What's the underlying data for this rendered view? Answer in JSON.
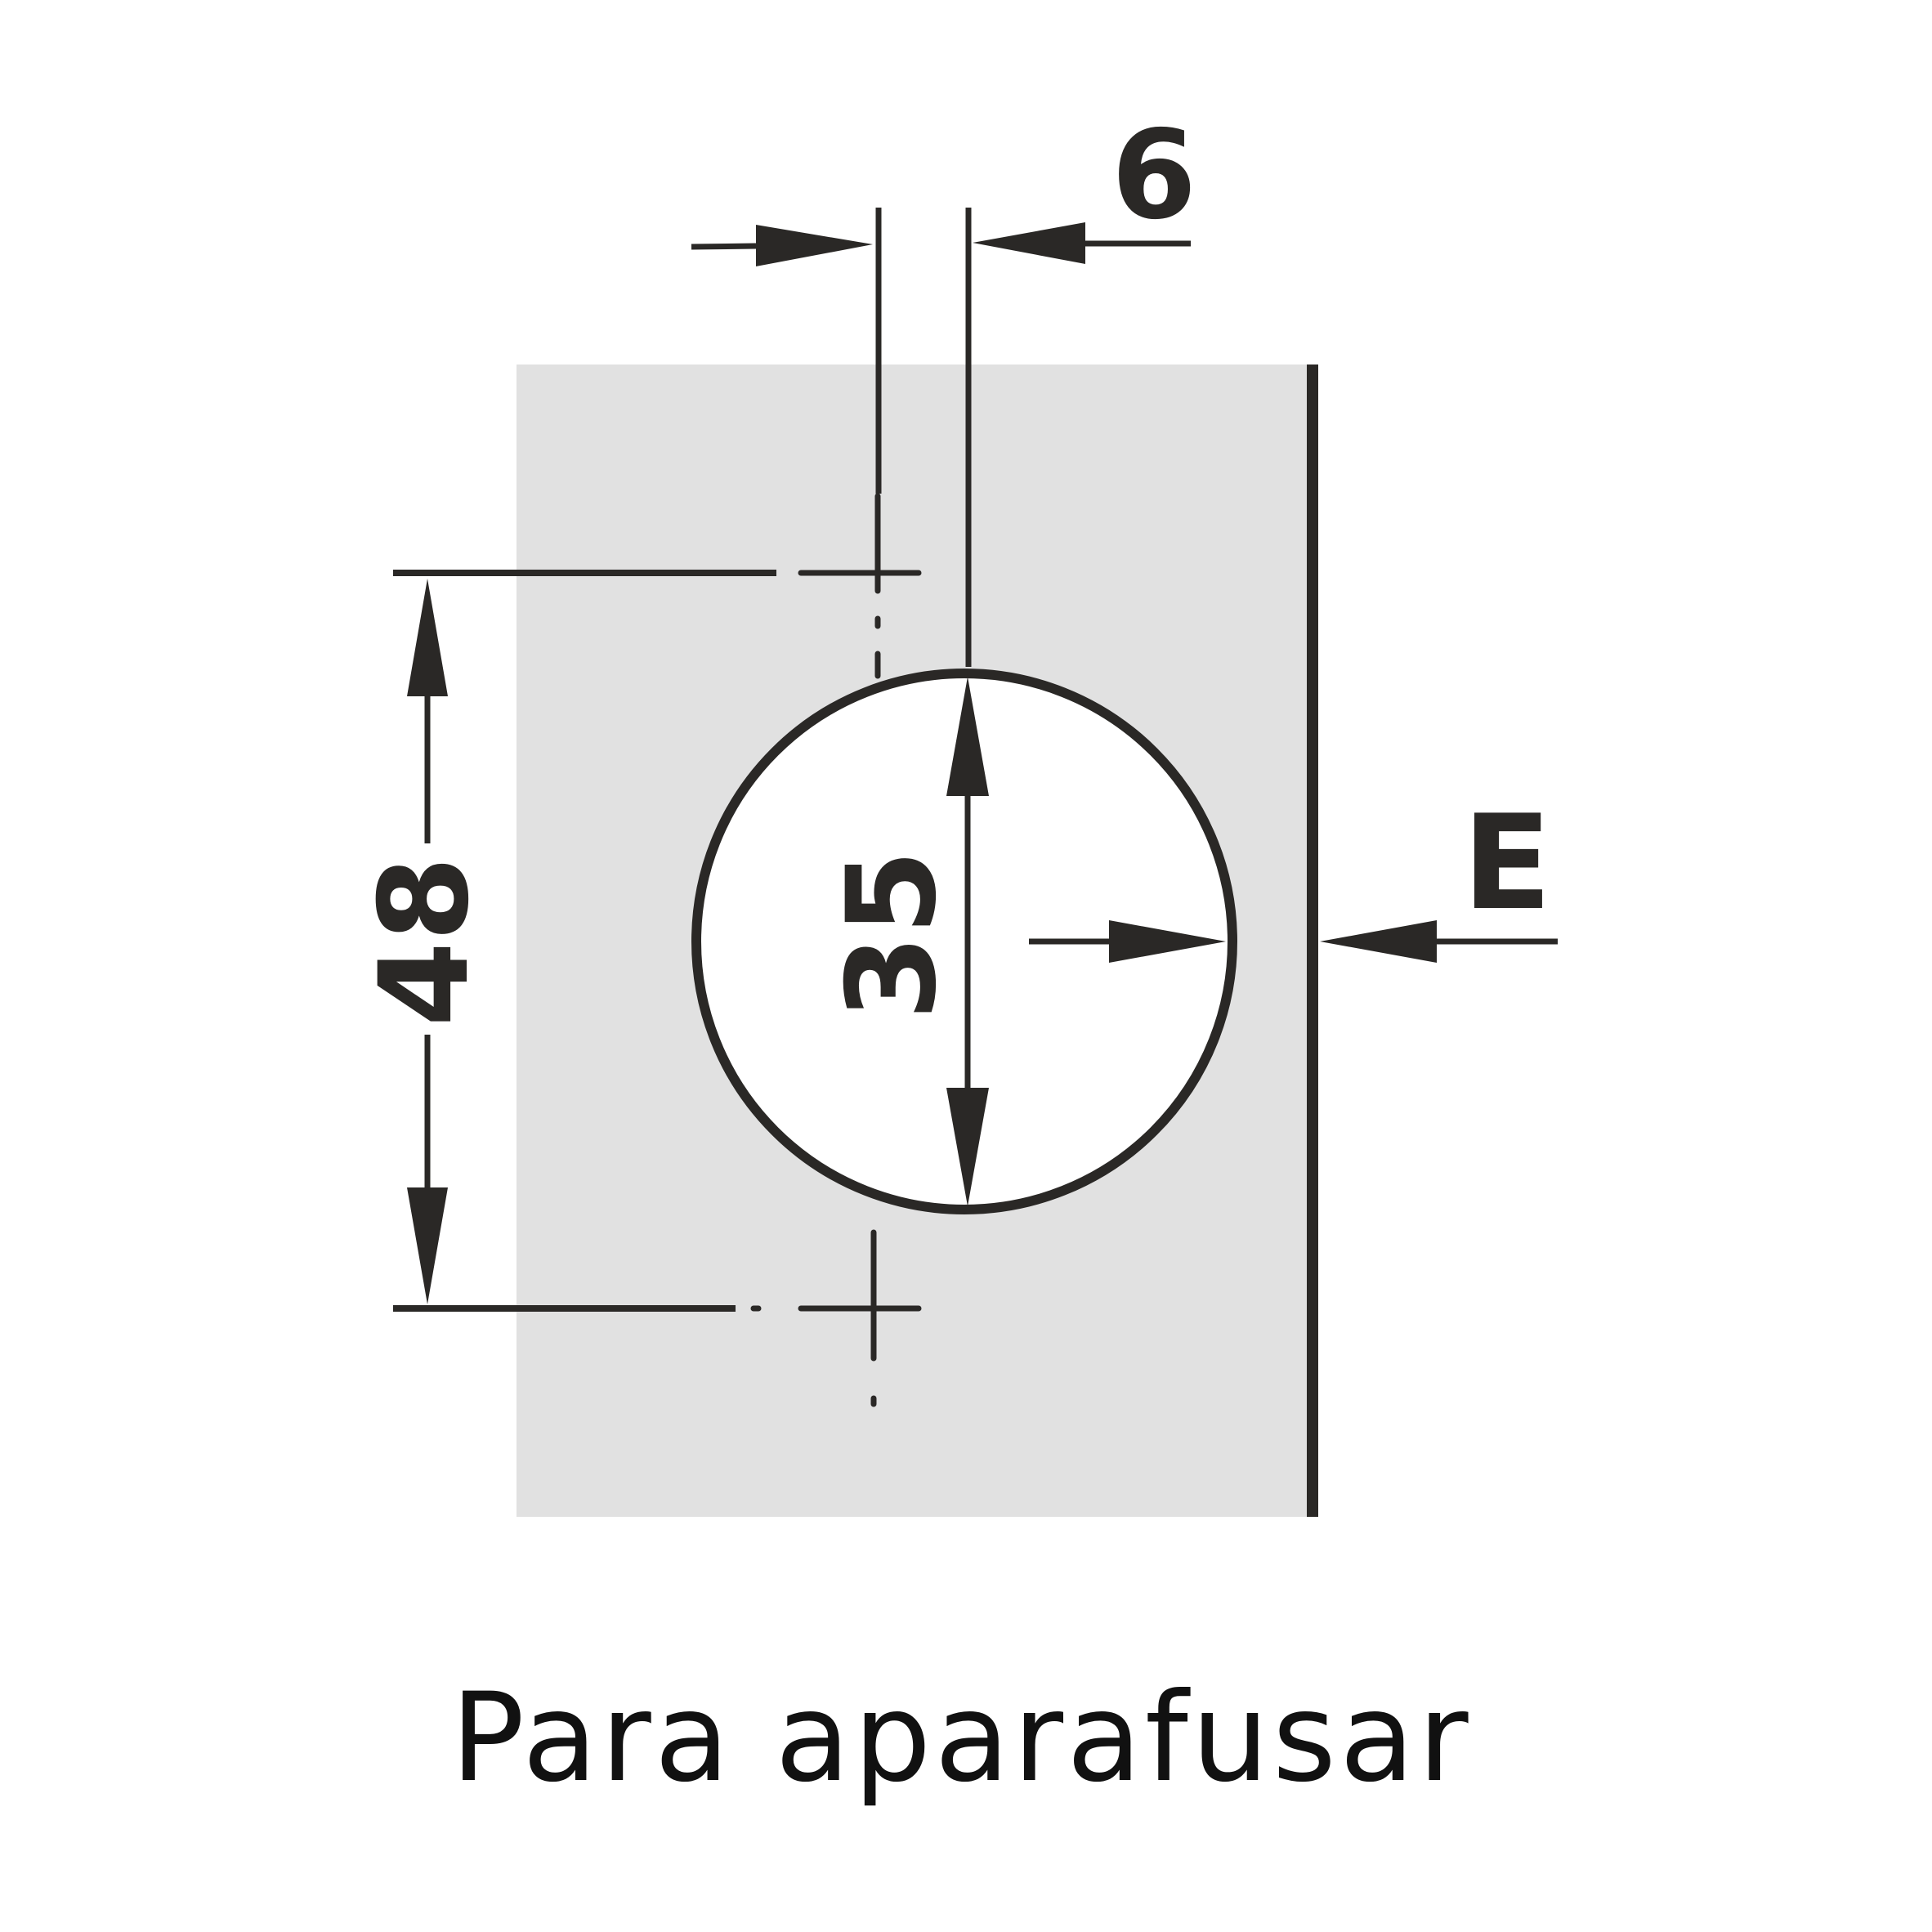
{
  "dimensions": {
    "offset": "6",
    "spacing": "48",
    "diameter": "35",
    "edge": "E"
  },
  "caption": "Para aparafusar",
  "colors": {
    "panel": "#e1e1e1",
    "line": "#2a2826",
    "background": "#ffffff",
    "caption_text": "#111111"
  }
}
